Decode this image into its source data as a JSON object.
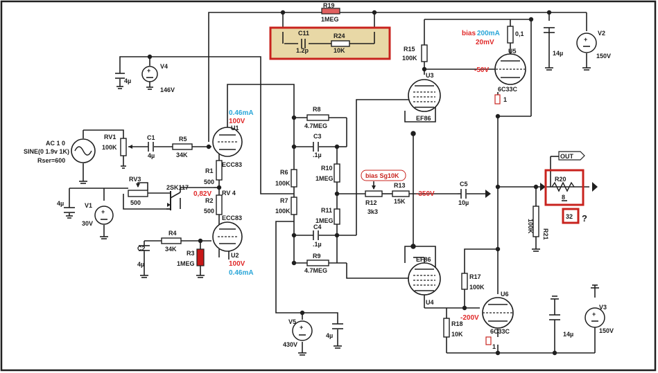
{
  "colors": {
    "wire": "#1f1f1f",
    "red": "#e02828",
    "blue": "#2aa6d8",
    "frame_red": "#c8231e",
    "highlight_fill": "#e8d8a6",
    "r3_fill": "#c81818",
    "r19_fill": "#e06060"
  },
  "components": {
    "r19": {
      "name": "R19",
      "value": "1MEG"
    },
    "c11": {
      "name": "C11",
      "value": "1.2p"
    },
    "r24": {
      "name": "R24",
      "value": "10K"
    },
    "v4": {
      "name": "V4",
      "value": "146V",
      "cap": "4µ"
    },
    "u1": {
      "name": "U1",
      "type": "ECC83"
    },
    "u2": {
      "name": "U2",
      "type": "ECC83"
    },
    "rv1": {
      "name": "RV1",
      "value": "100K"
    },
    "c1": {
      "name": "C1",
      "value": "4µ"
    },
    "r5": {
      "name": "R5",
      "value": "34K"
    },
    "ac": {
      "line1": "AC 1 0",
      "line2": "SINE(0 1.9v 1K)",
      "line3": "Rser=600"
    },
    "r1": {
      "name": "R1",
      "value": "500"
    },
    "r2": {
      "name": "R2",
      "value": "500"
    },
    "rv4": {
      "name": "RV 4"
    },
    "rv3": {
      "name": "RV3",
      "value": "500"
    },
    "jfet": {
      "name": "2SK117"
    },
    "v1": {
      "name": "V1",
      "value": "30V",
      "cap": "4µ"
    },
    "r4": {
      "name": "R4",
      "value": "34K"
    },
    "c2": {
      "name": "C2",
      "value": "4µ"
    },
    "r3": {
      "name": "R3",
      "value": "1MEG"
    },
    "r8": {
      "name": "R8",
      "value": "4.7MEG"
    },
    "c3": {
      "name": "C3",
      "value": ".1µ"
    },
    "r6": {
      "name": "R6",
      "value": "100K"
    },
    "r10": {
      "name": "R10",
      "value": "1MEG"
    },
    "r7": {
      "name": "R7",
      "value": "100K"
    },
    "r11": {
      "name": "R11",
      "value": "1MEG"
    },
    "c4": {
      "name": "C4",
      "value": ".1µ"
    },
    "r9": {
      "name": "R9",
      "value": "4.7MEG"
    },
    "v5": {
      "name": "V5",
      "value": "430V",
      "cap": "4µ"
    },
    "r12": {
      "name": "R12",
      "value": "3k3"
    },
    "r13": {
      "name": "R13",
      "value": "15K"
    },
    "c5": {
      "name": "C5",
      "value": "10µ"
    },
    "r15": {
      "name": "R15",
      "value": "100K"
    },
    "u3": {
      "name": "U3",
      "type": "EF86"
    },
    "u4": {
      "name": "U4",
      "type": "EF86"
    },
    "u5": {
      "name": "U5",
      "type": "6C33C",
      "cathode_r": "1",
      "shunt": "0,1"
    },
    "u6": {
      "name": "U6",
      "type": "6C33C",
      "cathode_r": "1"
    },
    "r17": {
      "name": "R17",
      "value": "100K"
    },
    "r18": {
      "name": "R18",
      "value": "10K"
    },
    "v2": {
      "name": "V2",
      "value": "150V",
      "cap": "14µ"
    },
    "v3": {
      "name": "V3",
      "value": "150V",
      "cap": "14µ"
    },
    "r20": {
      "name": "R20",
      "value": "8"
    },
    "r21": {
      "name": "R21",
      "value": "100K"
    },
    "out": {
      "label": "OUT"
    }
  },
  "annotations": {
    "u1_current": "0.46mA",
    "u1_voltage": "100V",
    "u2_voltage": "100V",
    "u2_current": "0.46mA",
    "jfet_voltage": "0,82V",
    "sg_bias": "bias Sg10K",
    "grid_voltage": "-350V",
    "bias_label": "bias",
    "bias_current": "200mA",
    "bias_voltage": "20mV",
    "u5_grid": "-50V",
    "u6_grid": "-200V",
    "alt_load": "32",
    "question": "?"
  }
}
